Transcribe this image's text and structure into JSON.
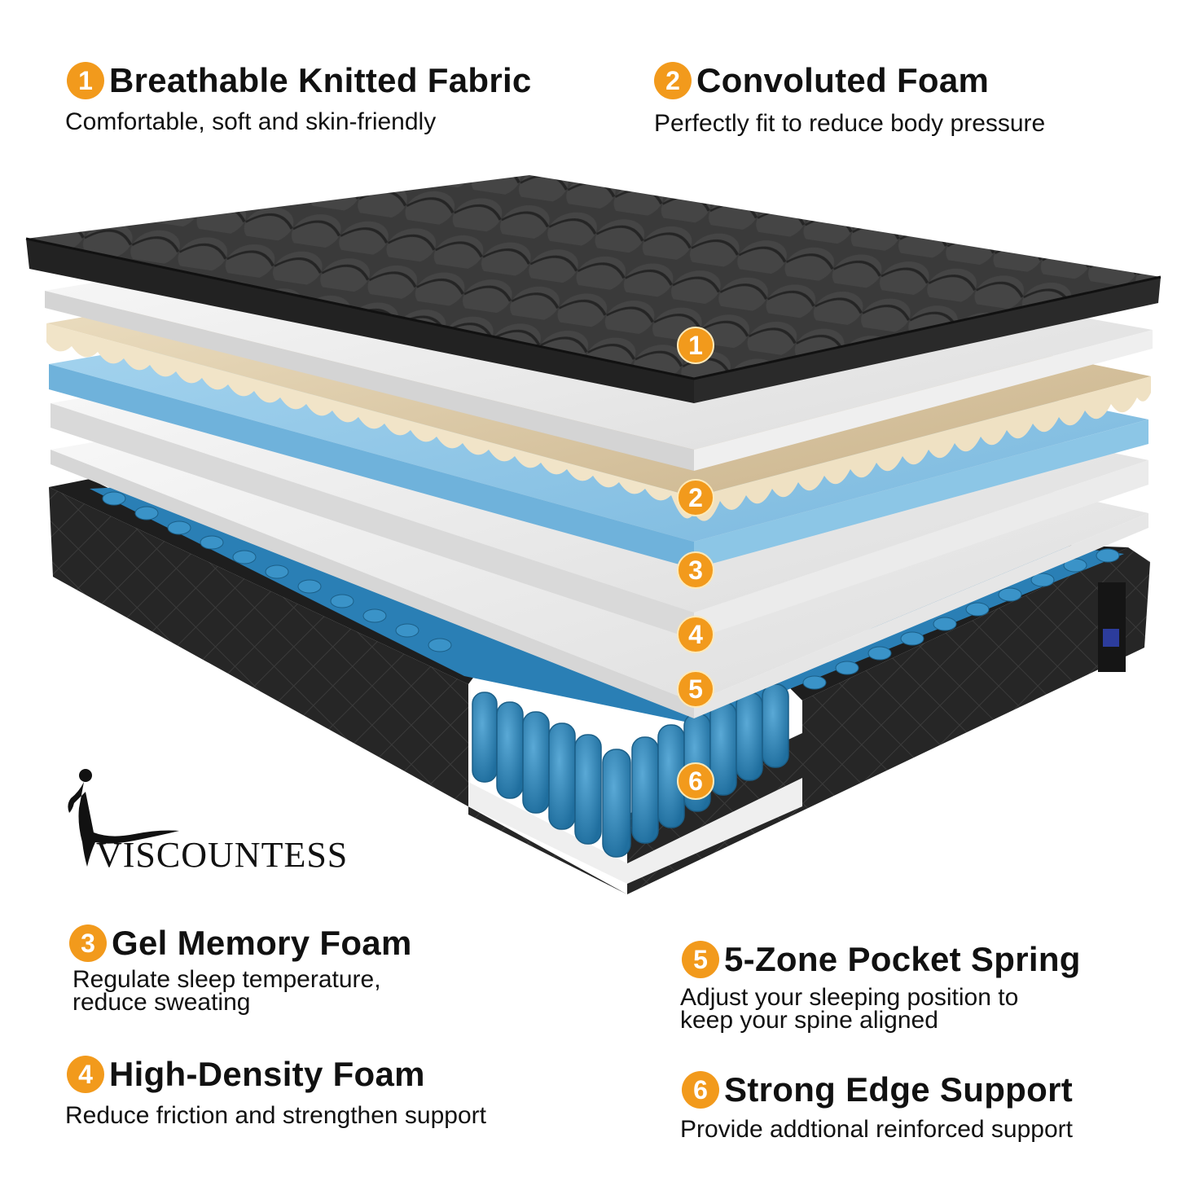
{
  "colors": {
    "badge": "#f29a1c",
    "fabric": "#2b2b2b",
    "white_foam": "#f2f2f2",
    "convoluted_foam": "#d9c6a2",
    "gel_foam": "#8fc6e6",
    "springs": "#2f86bd"
  },
  "features": [
    {
      "number": "1",
      "title": "Breathable Knitted Fabric",
      "description": "Comfortable, soft and skin-friendly"
    },
    {
      "number": "2",
      "title": "Convoluted Foam",
      "description": "Perfectly fit to reduce body pressure"
    },
    {
      "number": "3",
      "title": "Gel Memory Foam",
      "description": "Regulate sleep temperature,\nreduce sweating"
    },
    {
      "number": "4",
      "title": "High-Density Foam",
      "description": "Reduce friction and strengthen support"
    },
    {
      "number": "5",
      "title": "5-Zone Pocket Spring",
      "description": "Adjust your sleeping position to\nkeep your spine aligned"
    },
    {
      "number": "6",
      "title": "Strong Edge Support",
      "description": "Provide addtional reinforced support"
    }
  ],
  "markers": [
    "1",
    "2",
    "3",
    "4",
    "5",
    "6"
  ],
  "brand": {
    "name": "VISCOUNTESS",
    "icon": "lady-silhouette-icon"
  }
}
